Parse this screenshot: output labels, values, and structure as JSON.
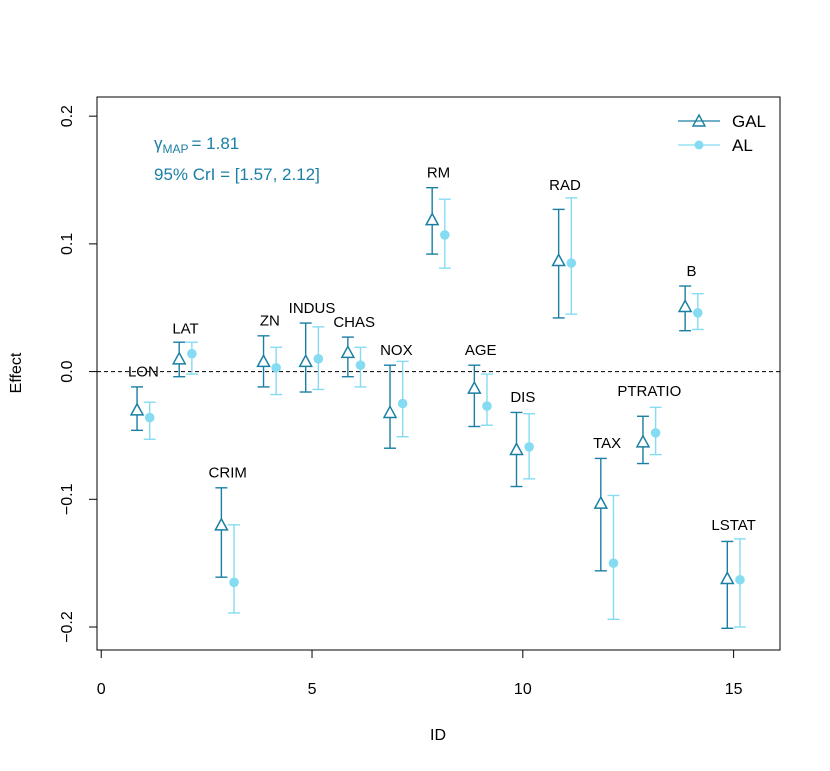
{
  "chart_data": {
    "type": "scatter",
    "xlabel": "ID",
    "ylabel": "Effect",
    "xlim": [
      -0.1,
      16.1
    ],
    "ylim": [
      -0.218,
      0.215
    ],
    "xticks": [
      0,
      5,
      10,
      15
    ],
    "yticks": [
      -0.2,
      -0.1,
      0.0,
      0.1,
      0.2
    ],
    "xtick_labels": [
      "0",
      "5",
      "10",
      "15"
    ],
    "ytick_labels": [
      "−0.2",
      "−0.1",
      "0.0",
      "0.1",
      "0.2"
    ],
    "reference_line": 0,
    "grid": false,
    "legend_position": "top-right",
    "annotation": {
      "gamma_symbol": "γ",
      "gamma_subscript": "MAP",
      "gamma_value": "= 1.81",
      "interval_text": "95% CrI = [1.57, 2.12]",
      "color": "#1a7fa3"
    },
    "series": [
      {
        "name": "GAL",
        "marker": "triangle",
        "color": "#1a7fa3",
        "offset": -0.15,
        "points": [
          {
            "x": 1,
            "y": -0.03,
            "lo": -0.046,
            "hi": -0.012
          },
          {
            "x": 2,
            "y": 0.01,
            "lo": -0.004,
            "hi": 0.023
          },
          {
            "x": 3,
            "y": -0.12,
            "lo": -0.161,
            "hi": -0.091
          },
          {
            "x": 4,
            "y": 0.008,
            "lo": -0.012,
            "hi": 0.028
          },
          {
            "x": 5,
            "y": 0.008,
            "lo": -0.016,
            "hi": 0.038
          },
          {
            "x": 6,
            "y": 0.015,
            "lo": -0.004,
            "hi": 0.027
          },
          {
            "x": 7,
            "y": -0.032,
            "lo": -0.06,
            "hi": 0.005
          },
          {
            "x": 8,
            "y": 0.119,
            "lo": 0.092,
            "hi": 0.144
          },
          {
            "x": 9,
            "y": -0.013,
            "lo": -0.043,
            "hi": 0.005
          },
          {
            "x": 10,
            "y": -0.061,
            "lo": -0.09,
            "hi": -0.032
          },
          {
            "x": 11,
            "y": 0.087,
            "lo": 0.042,
            "hi": 0.127
          },
          {
            "x": 12,
            "y": -0.103,
            "lo": -0.156,
            "hi": -0.068
          },
          {
            "x": 13,
            "y": -0.055,
            "lo": -0.072,
            "hi": -0.035
          },
          {
            "x": 14,
            "y": 0.051,
            "lo": 0.032,
            "hi": 0.067
          },
          {
            "x": 15,
            "y": -0.162,
            "lo": -0.201,
            "hi": -0.133
          }
        ]
      },
      {
        "name": "AL",
        "marker": "circle",
        "color": "#85dcf2",
        "offset": 0.15,
        "points": [
          {
            "x": 1,
            "y": -0.036,
            "lo": -0.053,
            "hi": -0.024
          },
          {
            "x": 2,
            "y": 0.014,
            "lo": -0.002,
            "hi": 0.023
          },
          {
            "x": 3,
            "y": -0.165,
            "lo": -0.189,
            "hi": -0.12
          },
          {
            "x": 4,
            "y": 0.003,
            "lo": -0.018,
            "hi": 0.019
          },
          {
            "x": 5,
            "y": 0.01,
            "lo": -0.014,
            "hi": 0.035
          },
          {
            "x": 6,
            "y": 0.005,
            "lo": -0.012,
            "hi": 0.019
          },
          {
            "x": 7,
            "y": -0.025,
            "lo": -0.051,
            "hi": 0.008
          },
          {
            "x": 8,
            "y": 0.107,
            "lo": 0.081,
            "hi": 0.135
          },
          {
            "x": 9,
            "y": -0.027,
            "lo": -0.042,
            "hi": -0.002
          },
          {
            "x": 10,
            "y": -0.059,
            "lo": -0.084,
            "hi": -0.033
          },
          {
            "x": 11,
            "y": 0.085,
            "lo": 0.045,
            "hi": 0.136
          },
          {
            "x": 12,
            "y": -0.15,
            "lo": -0.194,
            "hi": -0.097
          },
          {
            "x": 13,
            "y": -0.048,
            "lo": -0.065,
            "hi": -0.028
          },
          {
            "x": 14,
            "y": 0.046,
            "lo": 0.033,
            "hi": 0.061
          },
          {
            "x": 15,
            "y": -0.163,
            "lo": -0.2,
            "hi": -0.131
          }
        ]
      }
    ],
    "variable_labels": [
      {
        "x": 1,
        "label": "LON",
        "y": -0.004
      },
      {
        "x": 2,
        "label": "LAT",
        "y": 0.03
      },
      {
        "x": 3,
        "label": "CRIM",
        "y": -0.083
      },
      {
        "x": 4,
        "label": "ZN",
        "y": 0.036
      },
      {
        "x": 5,
        "label": "INDUS",
        "y": 0.046
      },
      {
        "x": 6,
        "label": "CHAS",
        "y": 0.035
      },
      {
        "x": 7,
        "label": "NOX",
        "y": 0.013
      },
      {
        "x": 8,
        "label": "RM",
        "y": 0.152
      },
      {
        "x": 9,
        "label": "AGE",
        "y": 0.013
      },
      {
        "x": 10,
        "label": "DIS",
        "y": -0.024
      },
      {
        "x": 11,
        "label": "RAD",
        "y": 0.142
      },
      {
        "x": 12,
        "label": "TAX",
        "y": -0.06
      },
      {
        "x": 13,
        "label": "PTRATIO",
        "y": -0.019
      },
      {
        "x": 14,
        "label": "B",
        "y": 0.075
      },
      {
        "x": 15,
        "label": "LSTAT",
        "y": -0.124
      }
    ]
  }
}
